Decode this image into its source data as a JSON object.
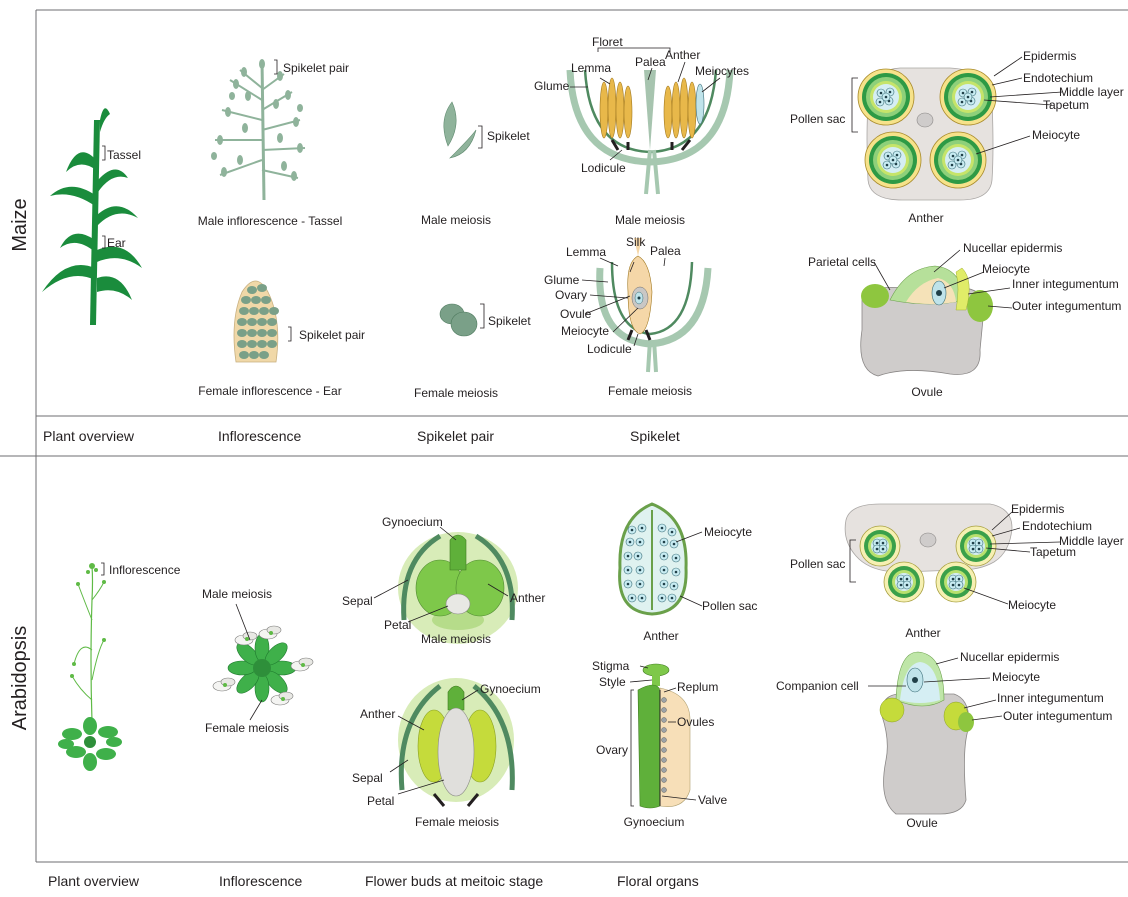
{
  "species": {
    "maize": "Maize",
    "arabidopsis": "Arabidopsis"
  },
  "maize": {
    "categories": [
      "Plant overview",
      "Inflorescence",
      "Spikelet pair",
      "Spikelet"
    ],
    "plant_labels": {
      "tassel": "Tassel",
      "ear": "Ear"
    },
    "tassel": {
      "caption": "Male inflorescence - Tassel",
      "spikelet_pair": "Spikelet pair"
    },
    "ear": {
      "caption": "Female inflorescence - Ear",
      "spikelet_pair": "Spikelet pair"
    },
    "male_spikelet": {
      "caption": "Male meiosis",
      "label": "Spikelet"
    },
    "female_spikelet": {
      "caption": "Female meiosis",
      "label": "Spikelet"
    },
    "male_floret": {
      "caption": "Male meiosis",
      "floret": "Floret",
      "lemma": "Lemma",
      "palea": "Palea",
      "anther": "Anther",
      "meiocytes": "Meiocytes",
      "glume": "Glume",
      "lodicule": "Lodicule"
    },
    "female_floret": {
      "caption": "Female meiosis",
      "lemma": "Lemma",
      "silk": "Silk",
      "palea": "Palea",
      "glume": "Glume",
      "ovary": "Ovary",
      "ovule": "Ovule",
      "meiocyte": "Meiocyte",
      "lodicule": "Lodicule"
    },
    "anther": {
      "caption": "Anther",
      "epidermis": "Epidermis",
      "endotechium": "Endotechium",
      "middle_layer": "Middle layer",
      "tapetum": "Tapetum",
      "pollen_sac": "Pollen sac",
      "meiocyte": "Meiocyte"
    },
    "ovule": {
      "caption": "Ovule",
      "parietal_cells": "Parietal cells",
      "nucellar_epidermis": "Nucellar epidermis",
      "meiocyte": "Meiocyte",
      "inner_integumentum": "Inner integumentum",
      "outer_integumentum": "Outer integumentum"
    }
  },
  "arabidopsis": {
    "categories": [
      "Plant overview",
      "Inflorescence",
      "Flower buds at meitoic stage",
      "Floral organs"
    ],
    "plant_labels": {
      "inflorescence": "Inflorescence"
    },
    "rosette": {
      "male": "Male meiosis",
      "female": "Female meiosis"
    },
    "male_bud": {
      "caption": "Male meiosis",
      "gynoecium": "Gynoecium",
      "sepal": "Sepal",
      "petal": "Petal",
      "anther": "Anther"
    },
    "female_bud": {
      "caption": "Female meiosis",
      "gynoecium": "Gynoecium",
      "anther": "Anther",
      "sepal": "Sepal",
      "petal": "Petal"
    },
    "anther_sec": {
      "caption": "Anther",
      "meiocyte": "Meiocyte",
      "pollen_sac": "Pollen sac"
    },
    "gynoecium_sec": {
      "caption": "Gynoecium",
      "stigma": "Stigma",
      "style": "Style",
      "replum": "Replum",
      "ovules": "Ovules",
      "ovary": "Ovary",
      "valve": "Valve"
    },
    "anther": {
      "caption": "Anther",
      "epidermis": "Epidermis",
      "endotechium": "Endotechium",
      "middle_layer": "Middle layer",
      "tapetum": "Tapetum",
      "pollen_sac": "Pollen sac",
      "meiocyte": "Meiocyte"
    },
    "ovule": {
      "caption": "Ovule",
      "nucellar_epidermis": "Nucellar epidermis",
      "companion_cell": "Companion cell",
      "meiocyte": "Meiocyte",
      "inner_integumentum": "Inner integumentum",
      "outer_integumentum": "Outer integumentum"
    }
  },
  "colors": {
    "dark_green": "#1a8c3c",
    "sage": "#8fb39b",
    "leaf_green": "#5fba46",
    "lime": "#c5db3b",
    "tan": "#f0d8a8",
    "gold": "#e8b84a",
    "cyan": "#bfe3ea",
    "grey": "#cfcccb"
  }
}
